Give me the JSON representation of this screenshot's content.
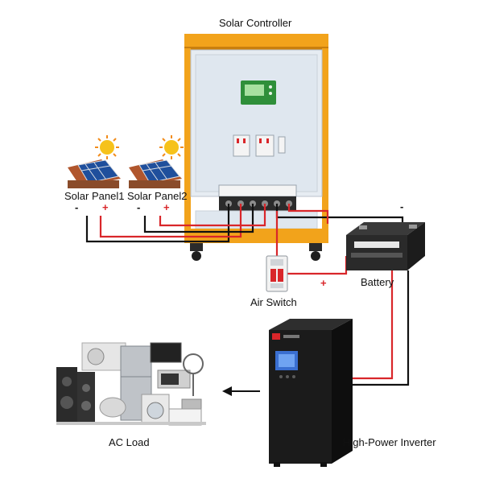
{
  "labels": {
    "solar_controller": "Solar Controller",
    "solar_panel_1": "Solar Panel1",
    "solar_panel_2": "Solar Panel2",
    "battery": "Battery",
    "air_switch": "Air Switch",
    "ac_load": "AC Load",
    "inverter": "High-Power Inverter"
  },
  "polarity": {
    "minus": "-",
    "plus": "+"
  },
  "colors": {
    "controller_frame": "#f2a31b",
    "controller_body": "#dfe7ef",
    "controller_display": "#2f8f3a",
    "wire_positive": "#d9262a",
    "wire_negative": "#111111",
    "battery_body": "#2a2a2a",
    "inverter_body": "#1b1b1b",
    "panel_cells": "#1f4f9c"
  },
  "icons": [
    "solar-panel-icon",
    "sun-icon",
    "solar-controller-icon",
    "battery-icon",
    "air-switch-icon",
    "inverter-icon",
    "appliances-icon",
    "arrow-left-icon"
  ]
}
